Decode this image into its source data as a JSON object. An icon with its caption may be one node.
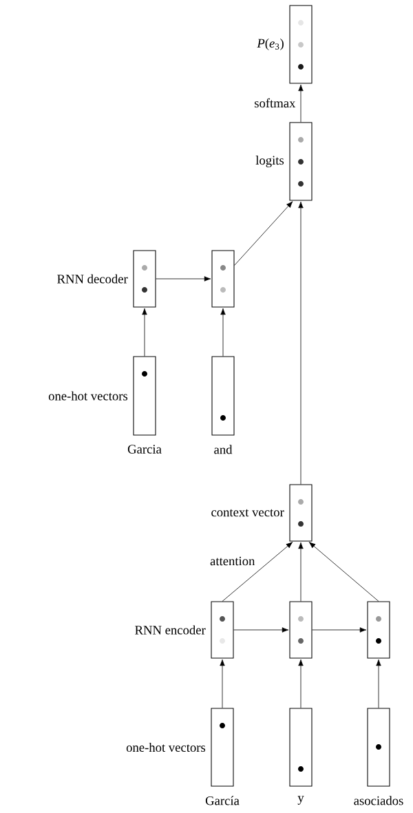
{
  "diagram": {
    "nodes": [
      {
        "text": [],
        "shape": "box",
        "beside": [
          "*P*(*e*$_{3}$)"
        ]
      },
      {
        "text": [],
        "shape": "box",
        "beside": [
          "logits"
        ]
      },
      {
        "text": [],
        "shape": "box",
        "beside": [
          "RNN decoder"
        ]
      },
      {
        "text": [],
        "shape": "box"
      },
      {
        "text": [],
        "shape": "box",
        "beside": [
          "one-hot vectors",
          "Garcia"
        ]
      },
      {
        "text": [],
        "shape": "box",
        "beside": [
          "and"
        ]
      },
      {
        "text": [],
        "shape": "box",
        "beside": [
          "context vector"
        ]
      },
      {
        "text": [],
        "shape": "box",
        "beside": [
          "RNN encoder"
        ]
      },
      {
        "text": [],
        "shape": "box"
      },
      {
        "text": [],
        "shape": "box"
      },
      {
        "text": [],
        "shape": "box",
        "beside": [
          "one-hot vectors",
          "García"
        ]
      },
      {
        "text": [],
        "shape": "box",
        "beside": [
          "y"
        ]
      },
      {
        "text": [],
        "shape": "box",
        "beside": [
          "asociados"
        ]
      }
    ],
    "edges": [
      {
        "from": 1,
        "to": 0,
        "arrow": "to",
        "label": "softmax"
      },
      {
        "from": 3,
        "to": 1,
        "arrow": "to"
      },
      {
        "from": 6,
        "to": 1,
        "arrow": "to"
      },
      {
        "from": 2,
        "to": 3,
        "arrow": "to"
      },
      {
        "from": 4,
        "to": 2,
        "arrow": "to"
      },
      {
        "from": 5,
        "to": 3,
        "arrow": "to"
      },
      {
        "from": 7,
        "to": 6,
        "arrow": "to",
        "label": "attention"
      },
      {
        "from": 8,
        "to": 6,
        "arrow": "to"
      },
      {
        "from": 9,
        "to": 6,
        "arrow": "to"
      },
      {
        "from": 7,
        "to": 8,
        "arrow": "to"
      },
      {
        "from": 8,
        "to": 9,
        "arrow": "to"
      },
      {
        "from": 10,
        "to": 7,
        "arrow": "to"
      },
      {
        "from": 11,
        "to": 8,
        "arrow": "to"
      },
      {
        "from": 12,
        "to": 9,
        "arrow": "to"
      }
    ]
  }
}
